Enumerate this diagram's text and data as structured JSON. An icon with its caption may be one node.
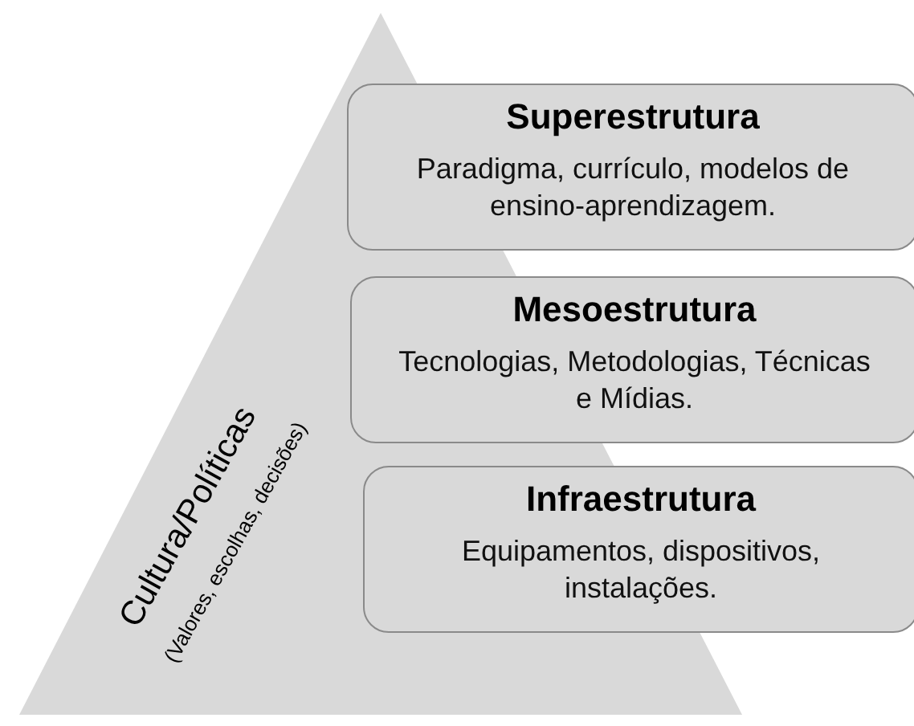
{
  "diagram": {
    "nodes": [
      {
        "text": [
          "Cultura/Políticas",
          "(Valores, escolhas, decisões)"
        ]
      },
      {
        "text": [
          "Superestrutura",
          "Paradigma, currículo, modelos de ensino-aprendizagem."
        ]
      },
      {
        "text": [
          "Mesoestrutura",
          "Tecnologias, Metodologias, Técnicas e Mídias."
        ]
      },
      {
        "text": [
          "Infraestrutura",
          "Equipamentos, dispositivos, instalações."
        ]
      }
    ]
  }
}
